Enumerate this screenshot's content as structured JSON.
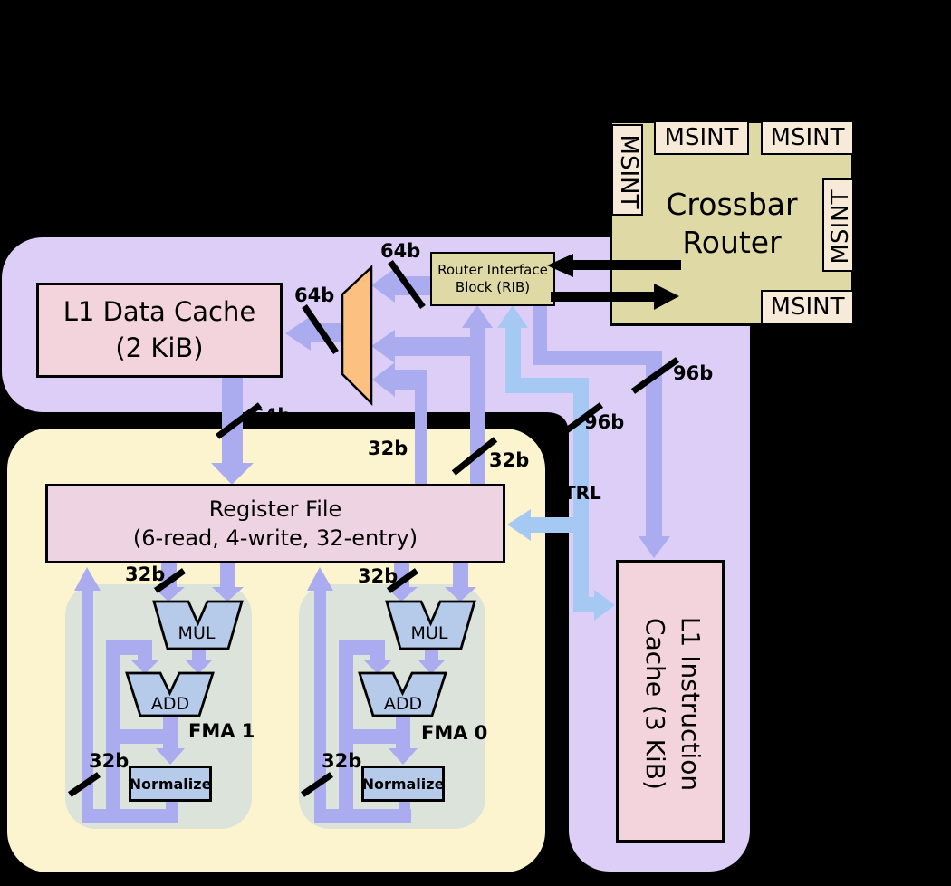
{
  "boxes": {
    "crossbar_router": {
      "line1": "Crossbar",
      "line2": "Router"
    },
    "msint": "MSINT",
    "rib": {
      "line1": "Router Interface",
      "line2": "Block (RIB)"
    },
    "l1_data_cache": {
      "line1": "L1 Data Cache",
      "line2": "(2 KiB)"
    },
    "register_file": {
      "line1": "Register File",
      "line2": "(6-read, 4-write, 32-entry)"
    },
    "l1_instruction_cache": {
      "line1": "L1 Instruction",
      "line2": "Cache (3 KiB)"
    }
  },
  "fma1": {
    "label": "FMA 1",
    "mul": "MUL",
    "add": "ADD",
    "normalize": "Normalize"
  },
  "fma0": {
    "label": "FMA 0",
    "mul": "MUL",
    "add": "ADD",
    "normalize": "Normalize"
  },
  "bus_labels": {
    "rib_to_mux": "64b",
    "mux_to_l1d": "64b",
    "l1d_to_rf": "64b",
    "rf_read_left": "32b",
    "rf_read_right": "32b",
    "fma1_operands": "32b",
    "fma0_operands": "32b",
    "fma1_writeback": "32b",
    "fma0_writeback": "32b",
    "icache_fill": "96b",
    "trl_bus": "96b",
    "trl": "TRL"
  },
  "colors": {
    "background": "#000000",
    "core_region": "#dccef6",
    "execute_region": "#fbf4cf",
    "fma_region": "#dbe3da",
    "cache_pink": "#f3d4dc",
    "register_pink": "#eed3e2",
    "router_tan": "#ded9a5",
    "msint_cream": "#f8ead9",
    "fpu_unit_blue": "#b6cbe9",
    "mux_orange": "#fcc180",
    "arrow_purple": "#abacf0",
    "arrow_blue": "#a6c9f4",
    "wire_black": "#000000"
  }
}
